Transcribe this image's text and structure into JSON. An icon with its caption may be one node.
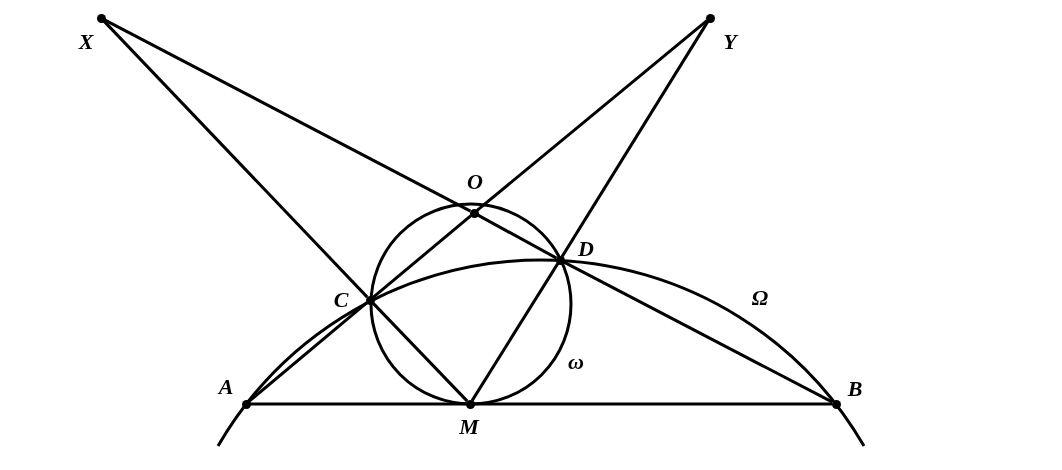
{
  "diagram": {
    "nodes": [
      {
        "text": [],
        "shape": "circle",
        "beside": [
          "X"
        ]
      },
      {
        "text": [],
        "shape": "circle",
        "beside": [
          "Y"
        ]
      },
      {
        "text": [],
        "shape": "circle",
        "beside": [
          "O"
        ]
      },
      {
        "text": [],
        "shape": "circle",
        "beside": [
          "D"
        ]
      },
      {
        "text": [],
        "shape": "circle",
        "beside": [
          "C"
        ]
      },
      {
        "text": [],
        "shape": "circle",
        "beside": [
          "A"
        ]
      },
      {
        "text": [],
        "shape": "circle",
        "beside": [
          "M"
        ]
      },
      {
        "text": [],
        "shape": "circle",
        "beside": [
          "B"
        ]
      }
    ],
    "edges": [
      {
        "from": 0,
        "to": 4,
        "arrow": "none"
      },
      {
        "from": 4,
        "to": 6,
        "arrow": "none"
      },
      {
        "from": 1,
        "to": 3,
        "arrow": "none"
      },
      {
        "from": 3,
        "to": 6,
        "arrow": "none"
      },
      {
        "from": 0,
        "to": 2,
        "arrow": "none"
      },
      {
        "from": 2,
        "to": 3,
        "arrow": "none"
      },
      {
        "from": 3,
        "to": 7,
        "arrow": "none"
      },
      {
        "from": 1,
        "to": 2,
        "arrow": "none"
      },
      {
        "from": 2,
        "to": 4,
        "arrow": "none"
      },
      {
        "from": 4,
        "to": 5,
        "arrow": "none"
      },
      {
        "from": 5,
        "to": 6,
        "arrow": "none"
      },
      {
        "from": 6,
        "to": 7,
        "arrow": "none"
      }
    ],
    "labels": [
      "Ω",
      "ω"
    ]
  }
}
